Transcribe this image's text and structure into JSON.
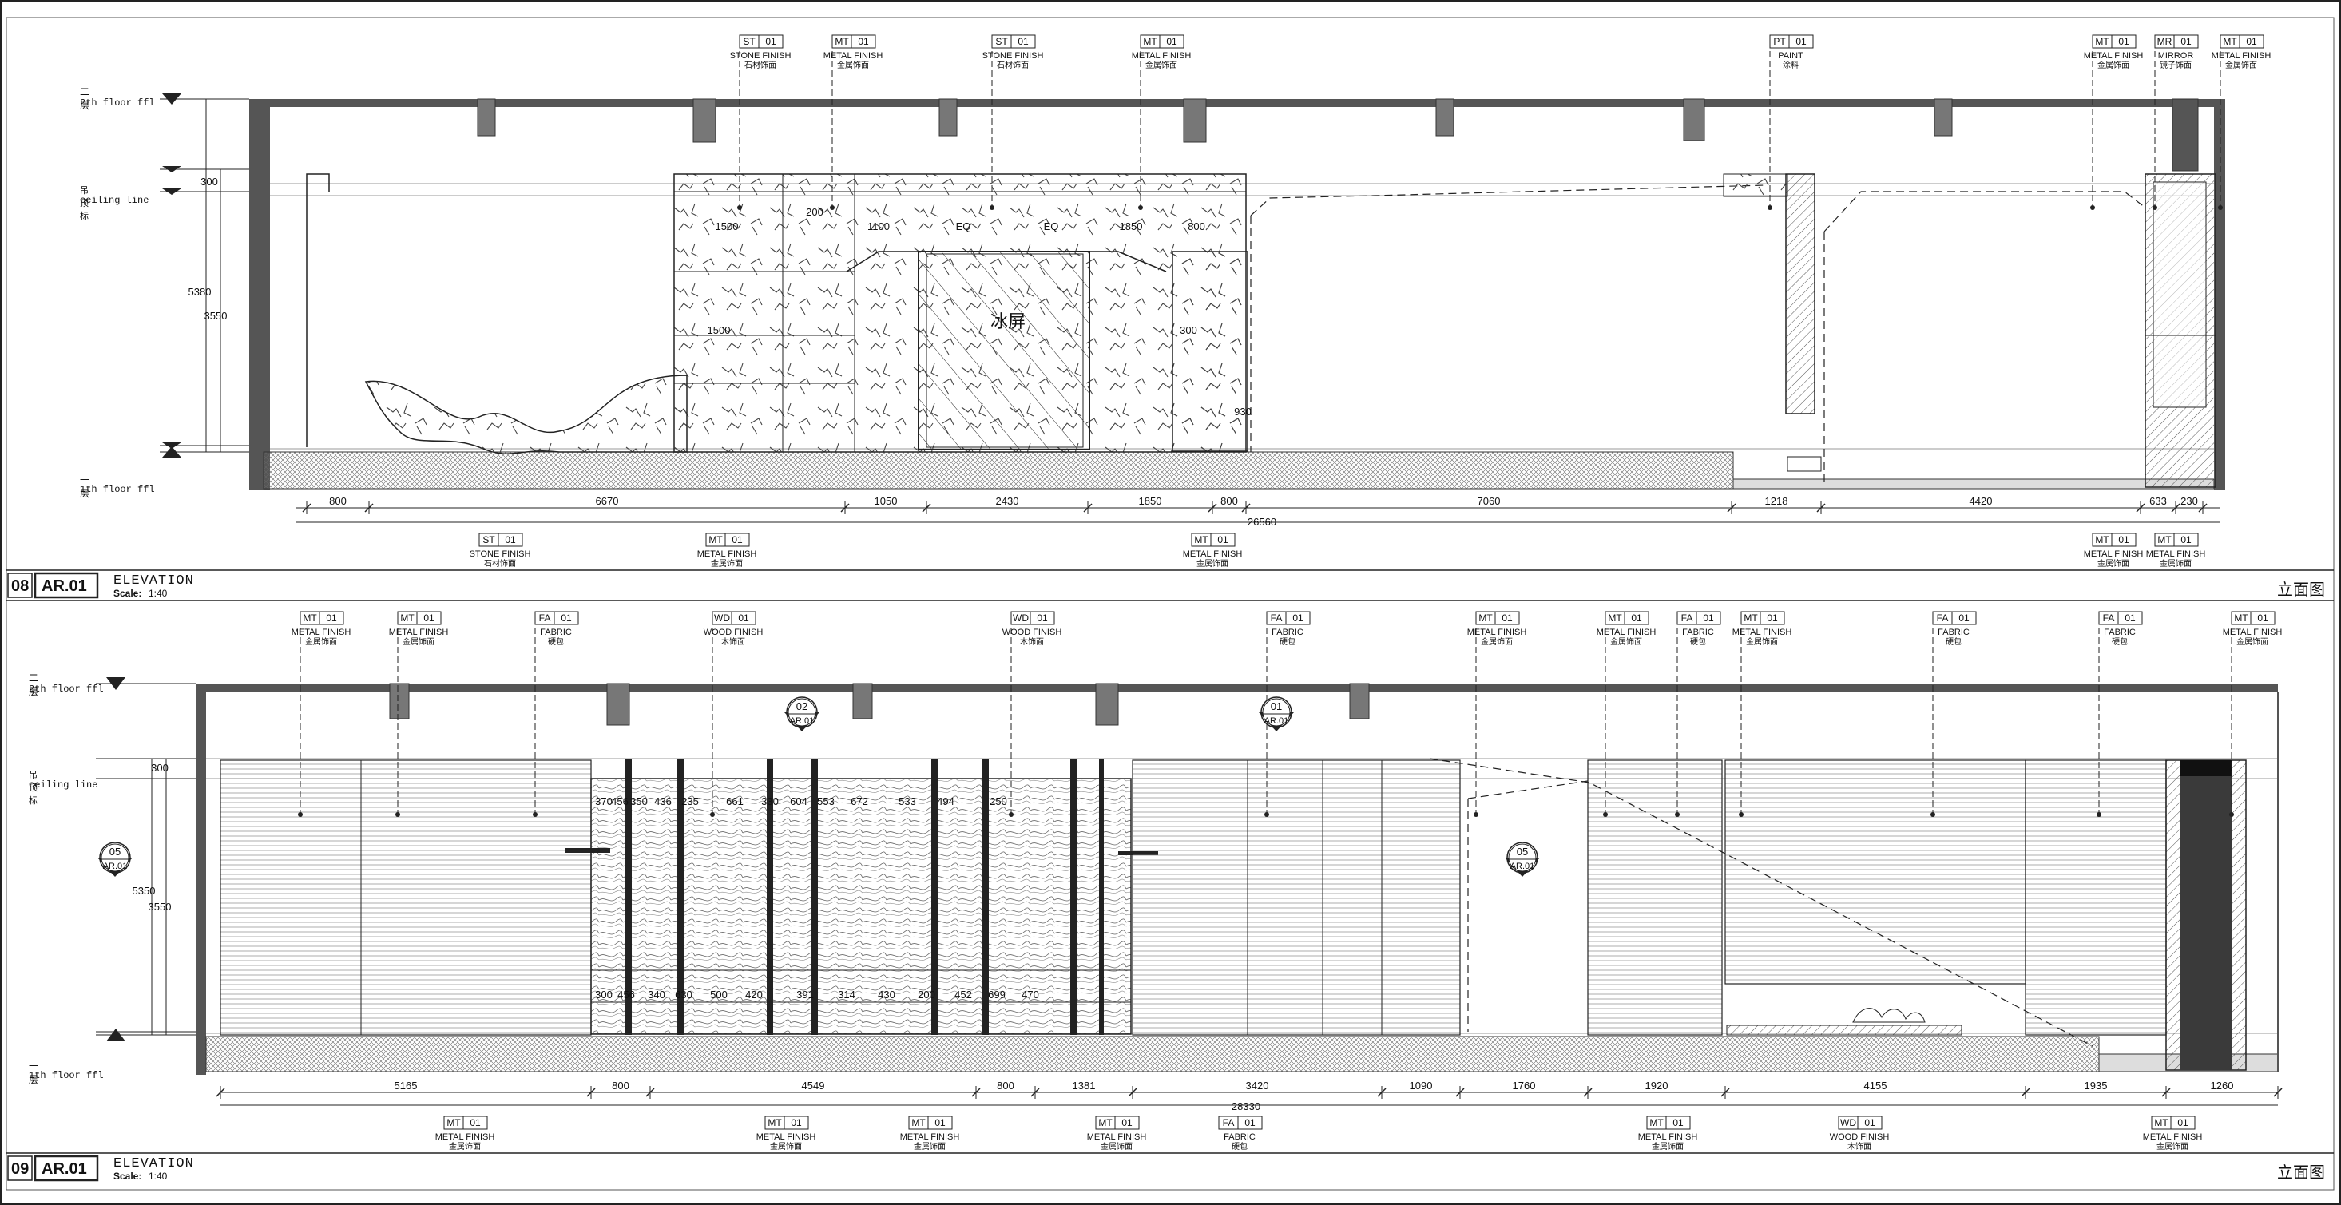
{
  "drawings": [
    {
      "id": "08",
      "sheet": "AR.01",
      "title": "ELEVATION",
      "scale_label": "Scale:",
      "scale_value": "1:40",
      "right_title": "立面图",
      "levels": {
        "upper_cn": "二层",
        "upper_en": "2th floor ffl",
        "ceiling_cn": "吊顶标",
        "ceiling_en": "ceiling line",
        "lower_cn": "一层",
        "lower_en": "1th floor ffl"
      },
      "screen_label": "冰屏",
      "top_tags": [
        {
          "code": "ST",
          "num": "01",
          "l1": "STONE FINISH",
          "l2": "石材饰面"
        },
        {
          "code": "MT",
          "num": "01",
          "l1": "METAL FINISH",
          "l2": "金属饰面"
        },
        {
          "code": "ST",
          "num": "01",
          "l1": "STONE FINISH",
          "l2": "石材饰面"
        },
        {
          "code": "MT",
          "num": "01",
          "l1": "METAL FINISH",
          "l2": "金属饰面"
        },
        {
          "code": "PT",
          "num": "01",
          "l1": "PAINT",
          "l2": "涂料"
        },
        {
          "code": "MT",
          "num": "01",
          "l1": "METAL FINISH",
          "l2": "金属饰面"
        },
        {
          "code": "MR",
          "num": "01",
          "l1": "MIRROR",
          "l2": "镜子饰面"
        },
        {
          "code": "MT",
          "num": "01",
          "l1": "METAL FINISH",
          "l2": "金属饰面"
        }
      ],
      "bottom_tags": [
        {
          "code": "ST",
          "num": "01",
          "l1": "STONE FINISH",
          "l2": "石材饰面"
        },
        {
          "code": "MT",
          "num": "01",
          "l1": "METAL FINISH",
          "l2": "金属饰面"
        },
        {
          "code": "MT",
          "num": "01",
          "l1": "METAL FINISH",
          "l2": "金属饰面"
        },
        {
          "code": "MT",
          "num": "01",
          "l1": "METAL FINISH",
          "l2": "金属饰面"
        },
        {
          "code": "MT",
          "num": "01",
          "l1": "METAL FINISH",
          "l2": "金属饰面"
        }
      ],
      "dims": [
        "800",
        "6670",
        "1050",
        "2430",
        "1850",
        "800",
        "7060",
        "1218",
        "4420",
        "633",
        "230"
      ],
      "total": "26560",
      "height_dims": [
        "5380",
        "3550",
        "300"
      ],
      "inner_dims": [
        "1500",
        "1100",
        "EQ",
        "EQ",
        "1850",
        "800",
        "200",
        "1500",
        "300",
        "930"
      ]
    },
    {
      "id": "09",
      "sheet": "AR.01",
      "title": "ELEVATION",
      "scale_label": "Scale:",
      "scale_value": "1:40",
      "right_title": "立面图",
      "levels": {
        "upper_cn": "二层",
        "upper_en": "2th floor ffl",
        "ceiling_cn": "吊顶标",
        "ceiling_en": "ceiling line",
        "lower_cn": "一层",
        "lower_en": "1th floor ffl"
      },
      "callouts": [
        {
          "num": "02",
          "ref": "AR.01"
        },
        {
          "num": "01",
          "ref": "AR.01"
        },
        {
          "num": "05",
          "ref": "AR.01"
        },
        {
          "num": "05",
          "ref": "AR.01"
        }
      ],
      "top_tags": [
        {
          "code": "MT",
          "num": "01",
          "l1": "METAL FINISH",
          "l2": "金属饰面"
        },
        {
          "code": "MT",
          "num": "01",
          "l1": "METAL FINISH",
          "l2": "金属饰面"
        },
        {
          "code": "FA",
          "num": "01",
          "l1": "FABRIC",
          "l2": "硬包"
        },
        {
          "code": "WD",
          "num": "01",
          "l1": "WOOD FINISH",
          "l2": "木饰面"
        },
        {
          "code": "WD",
          "num": "01",
          "l1": "WOOD FINISH",
          "l2": "木饰面"
        },
        {
          "code": "FA",
          "num": "01",
          "l1": "FABRIC",
          "l2": "硬包"
        },
        {
          "code": "MT",
          "num": "01",
          "l1": "METAL FINISH",
          "l2": "金属饰面"
        },
        {
          "code": "MT",
          "num": "01",
          "l1": "METAL FINISH",
          "l2": "金属饰面"
        },
        {
          "code": "FA",
          "num": "01",
          "l1": "FABRIC",
          "l2": "硬包"
        },
        {
          "code": "MT",
          "num": "01",
          "l1": "METAL FINISH",
          "l2": "金属饰面"
        },
        {
          "code": "FA",
          "num": "01",
          "l1": "FABRIC",
          "l2": "硬包"
        },
        {
          "code": "FA",
          "num": "01",
          "l1": "FABRIC",
          "l2": "硬包"
        },
        {
          "code": "MT",
          "num": "01",
          "l1": "METAL FINISH",
          "l2": "金属饰面"
        }
      ],
      "bottom_tags": [
        {
          "code": "MT",
          "num": "01",
          "l1": "METAL FINISH",
          "l2": "金属饰面"
        },
        {
          "code": "MT",
          "num": "01",
          "l1": "METAL FINISH",
          "l2": "金属饰面"
        },
        {
          "code": "MT",
          "num": "01",
          "l1": "METAL FINISH",
          "l2": "金属饰面"
        },
        {
          "code": "MT",
          "num": "01",
          "l1": "METAL FINISH",
          "l2": "金属饰面"
        },
        {
          "code": "FA",
          "num": "01",
          "l1": "FABRIC",
          "l2": "硬包"
        },
        {
          "code": "MT",
          "num": "01",
          "l1": "METAL FINISH",
          "l2": "金属饰面"
        },
        {
          "code": "WD",
          "num": "01",
          "l1": "WOOD FINISH",
          "l2": "木饰面"
        },
        {
          "code": "MT",
          "num": "01",
          "l1": "METAL FINISH",
          "l2": "金属饰面"
        }
      ],
      "dims": [
        "5165",
        "800",
        "4549",
        "800",
        "1381",
        "3420",
        "1090",
        "1760",
        "1920",
        "4155",
        "1935",
        "1260"
      ],
      "total": "28330",
      "height_dims": [
        "5350",
        "3550",
        "300"
      ],
      "inner_dims": [
        "370",
        "456",
        "350",
        "436",
        "235",
        "661",
        "330",
        "604",
        "553",
        "672",
        "533",
        "494",
        "250",
        "300",
        "456",
        "340",
        "630",
        "500",
        "420",
        "391",
        "314",
        "430",
        "200",
        "452",
        "699",
        "470"
      ]
    }
  ]
}
